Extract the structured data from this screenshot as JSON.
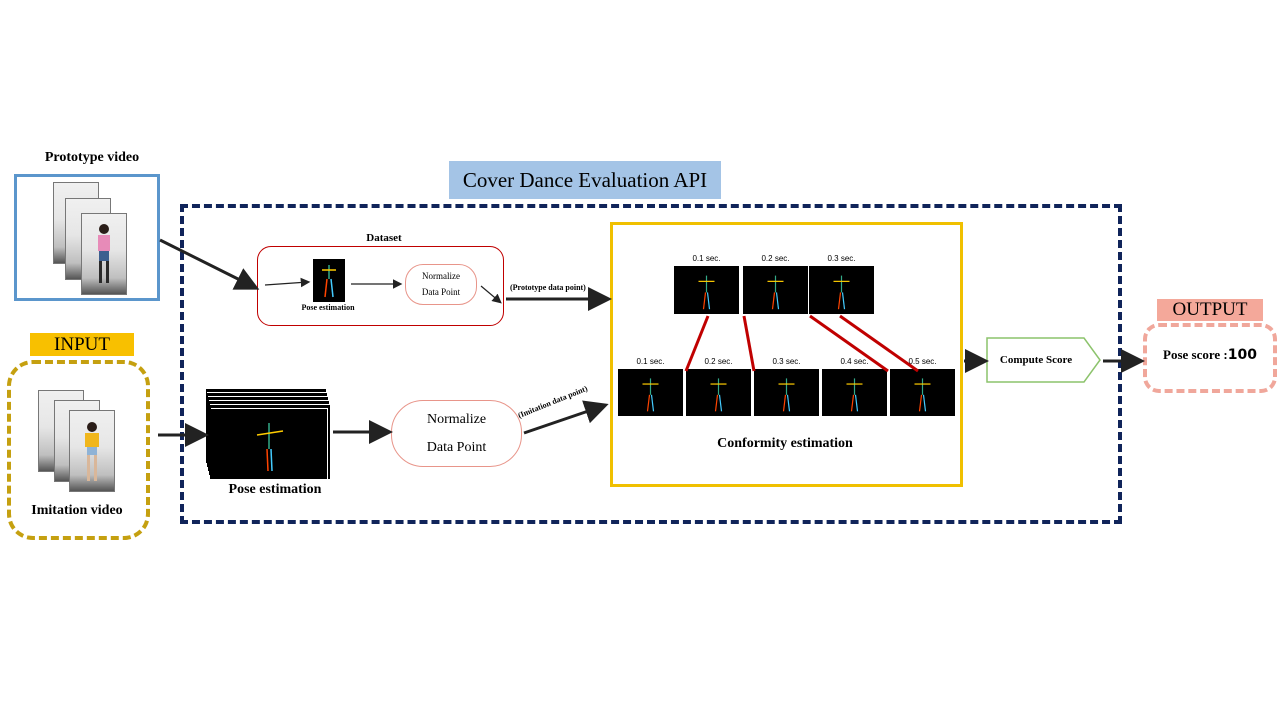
{
  "api_title": "Cover Dance Evaluation API",
  "prototype": {
    "label": "Prototype video"
  },
  "input": {
    "tag": "INPUT",
    "label": "Imitation video"
  },
  "dataset": {
    "title": "Dataset",
    "pose_label": "Pose estimation",
    "normalize_line1": "Normalize",
    "normalize_line2": "Data Point"
  },
  "prototype_data_point": "(Prototype data point)",
  "imitation_data_point": "(Imitation data point)",
  "imitation_pose_label": "Pose estimation",
  "normalize": {
    "line1": "Normalize",
    "line2": "Data Point"
  },
  "conformity": {
    "label": "Conformity estimation",
    "top_times": [
      "0.1 sec.",
      "0.2 sec.",
      "0.3 sec."
    ],
    "bottom_times": [
      "0.1 sec.",
      "0.2 sec.",
      "0.3 sec.",
      "0.4 sec.",
      "0.5 sec."
    ]
  },
  "compute_score": "Compute Score",
  "output": {
    "tag": "OUTPUT",
    "label": "Pose score :",
    "score": "100"
  },
  "colors": {
    "api_border": "#10245a",
    "api_title_bg": "#a4c4e6",
    "input_tag": "#f8c000",
    "output_tag": "#f4a89a",
    "conformity_border": "#f0c000",
    "match_line": "#c00000"
  }
}
